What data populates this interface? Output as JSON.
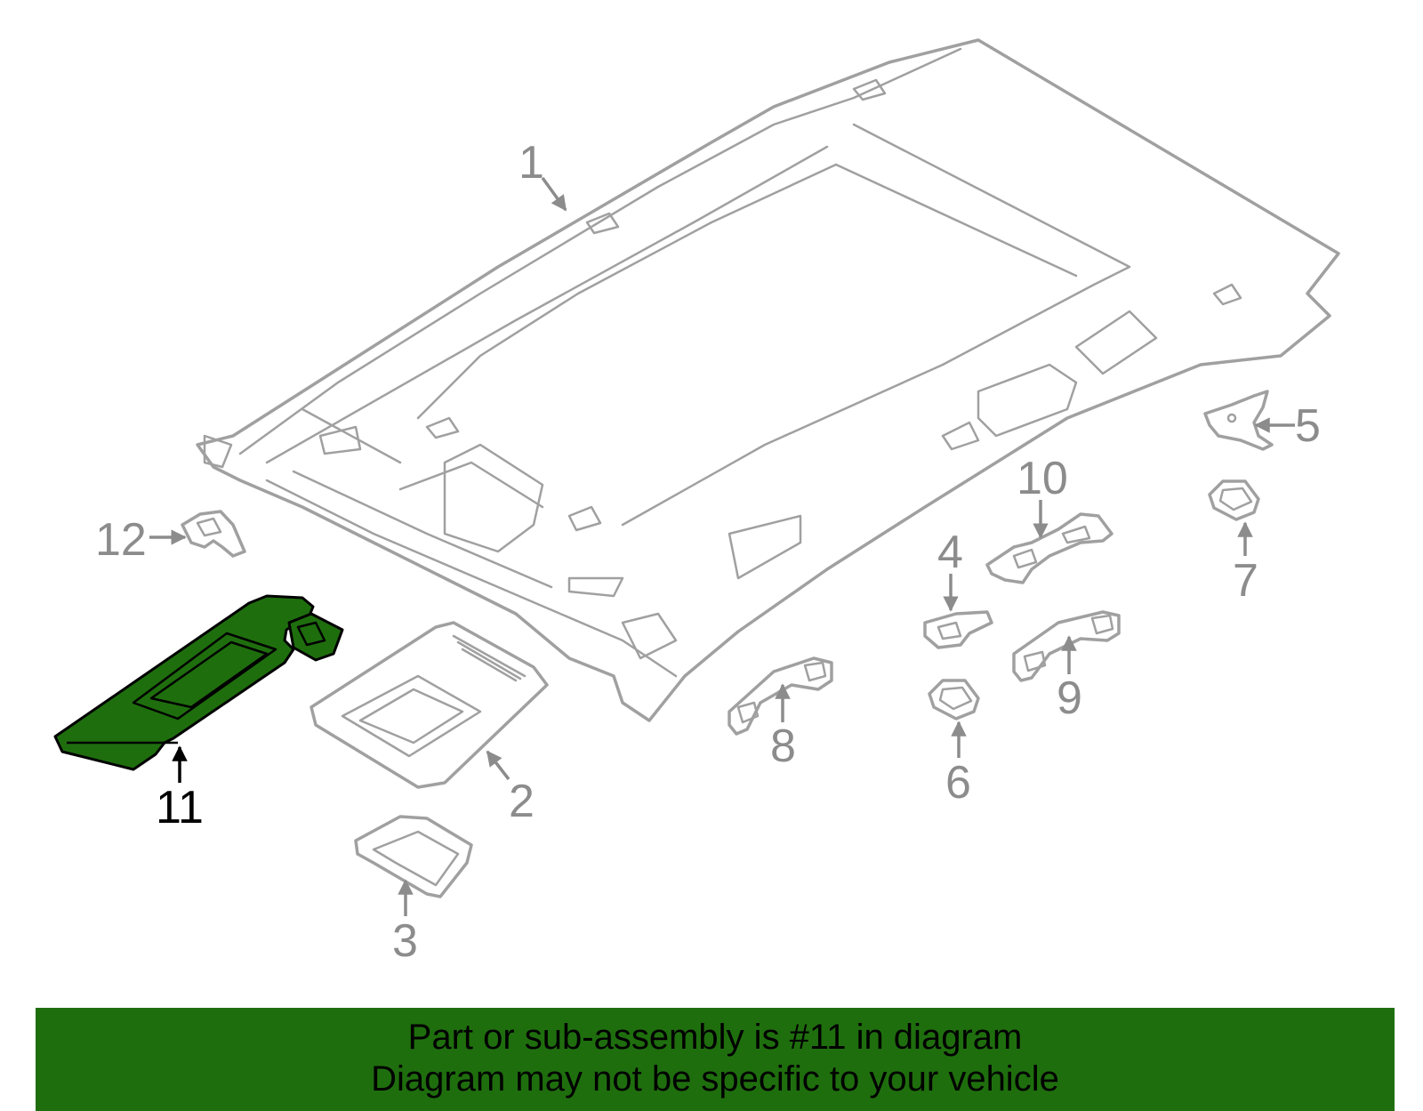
{
  "callouts": [
    {
      "num": "1",
      "highlight": false
    },
    {
      "num": "2",
      "highlight": false
    },
    {
      "num": "3",
      "highlight": false
    },
    {
      "num": "4",
      "highlight": false
    },
    {
      "num": "5",
      "highlight": false
    },
    {
      "num": "6",
      "highlight": false
    },
    {
      "num": "7",
      "highlight": false
    },
    {
      "num": "8",
      "highlight": false
    },
    {
      "num": "9",
      "highlight": false
    },
    {
      "num": "10",
      "highlight": false
    },
    {
      "num": "11",
      "highlight": true
    },
    {
      "num": "12",
      "highlight": false
    }
  ],
  "footer": {
    "line1": "Part or sub-assembly is #11 in diagram",
    "line2": "Diagram may not be specific to your vehicle"
  },
  "colors": {
    "highlight_green": "#1f6e0e",
    "part_gray": "#a0a0a0",
    "label_gray": "#8c8c8c"
  }
}
